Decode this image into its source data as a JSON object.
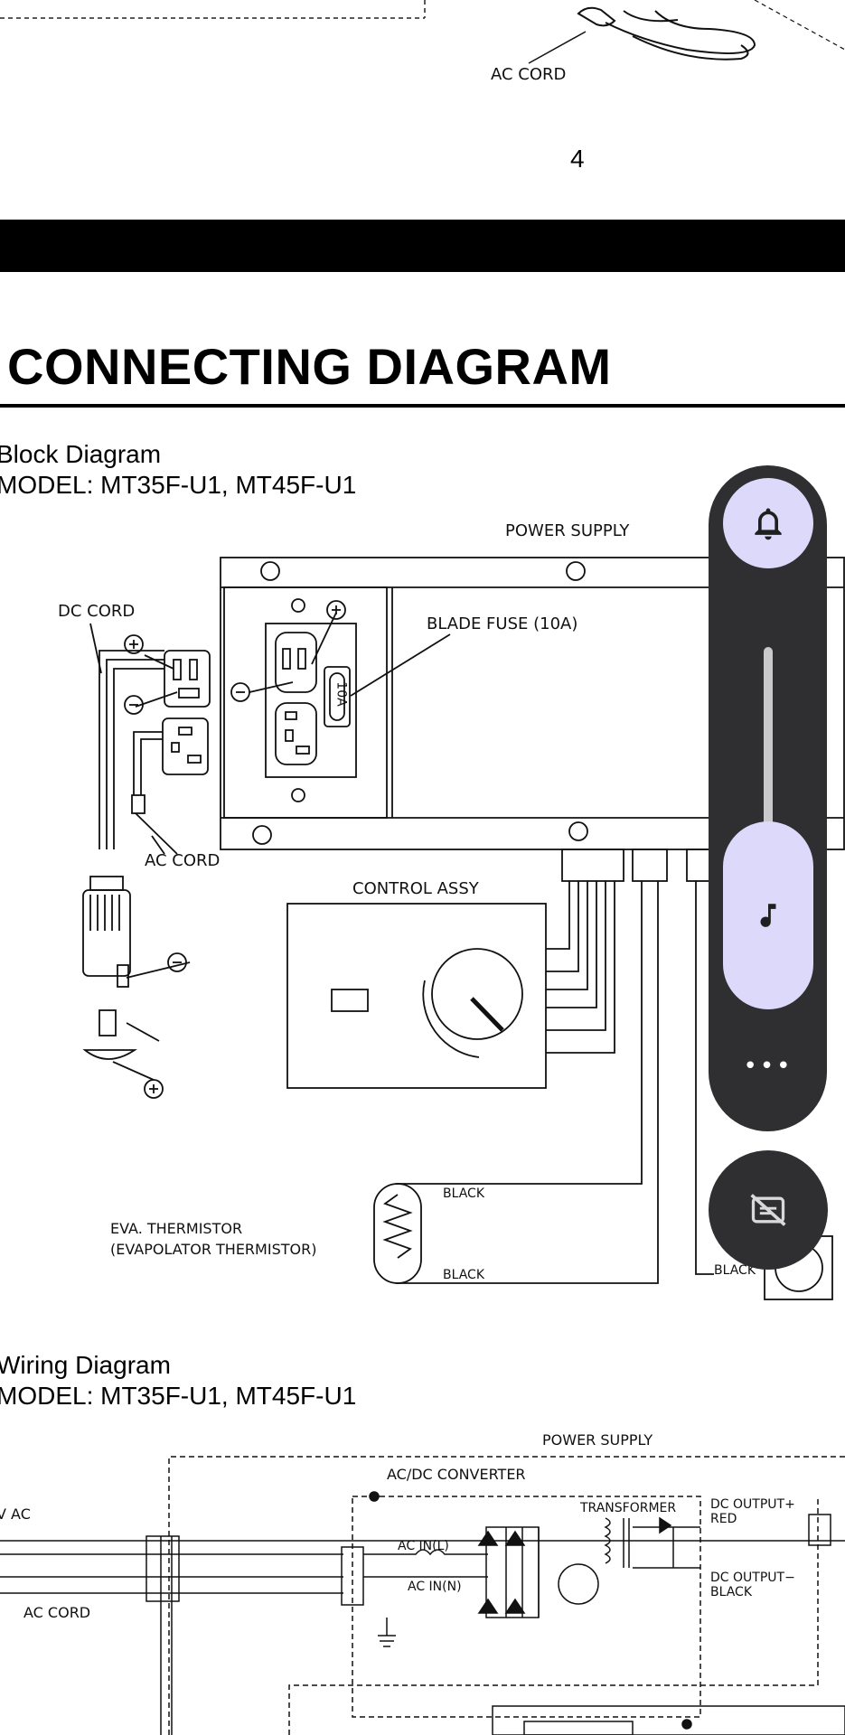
{
  "top": {
    "ac_cord_label": "AC CORD",
    "page_number": "4"
  },
  "section_title": "CONNECTING DIAGRAM",
  "block_diagram": {
    "heading": "Block Diagram",
    "model": "MODEL: MT35F-U1, MT45F-U1",
    "labels": {
      "power_supply": "POWER SUPPLY",
      "dc_cord": "DC CORD",
      "blade_fuse": "BLADE FUSE (10A)",
      "fuse_value": "10A",
      "ac_cord": "AC CORD",
      "control_assy": "CONTROL ASSY",
      "black_1": "BLACK",
      "black_2": "BLACK",
      "black_3": "BLACK",
      "eva_thermistor": "EVA. THERMISTOR",
      "evaporator_thermistor": "(EVAPOLATOR THERMISTOR)",
      "plus": "⊕",
      "minus": "⊖"
    }
  },
  "wiring_diagram": {
    "heading": "Wiring Diagram",
    "model": "MODEL: MT35F-U1, MT45F-U1",
    "labels": {
      "power_supply": "POWER SUPPLY",
      "ac_dc_converter": "AC/DC CONVERTER",
      "v_ac": "V AC",
      "ac_cord": "AC CORD",
      "transformer": "TRANSFORMER",
      "dc_output_plus": "DC OUTPUT+",
      "red": "RED",
      "ac_in_l": "AC IN(L)",
      "ac_in_n": "AC IN(N)",
      "dc_output_minus": "DC OUTPUT−",
      "black": "BLACK"
    }
  },
  "volume_overlay": {
    "ringer_icon": "bell-icon",
    "media_icon": "music-note-icon",
    "more_label": "•••",
    "captions_icon": "captions-off-icon",
    "media_level": 0.5,
    "accent": "#dcd9fb",
    "panel_color": "#2f2f31"
  }
}
